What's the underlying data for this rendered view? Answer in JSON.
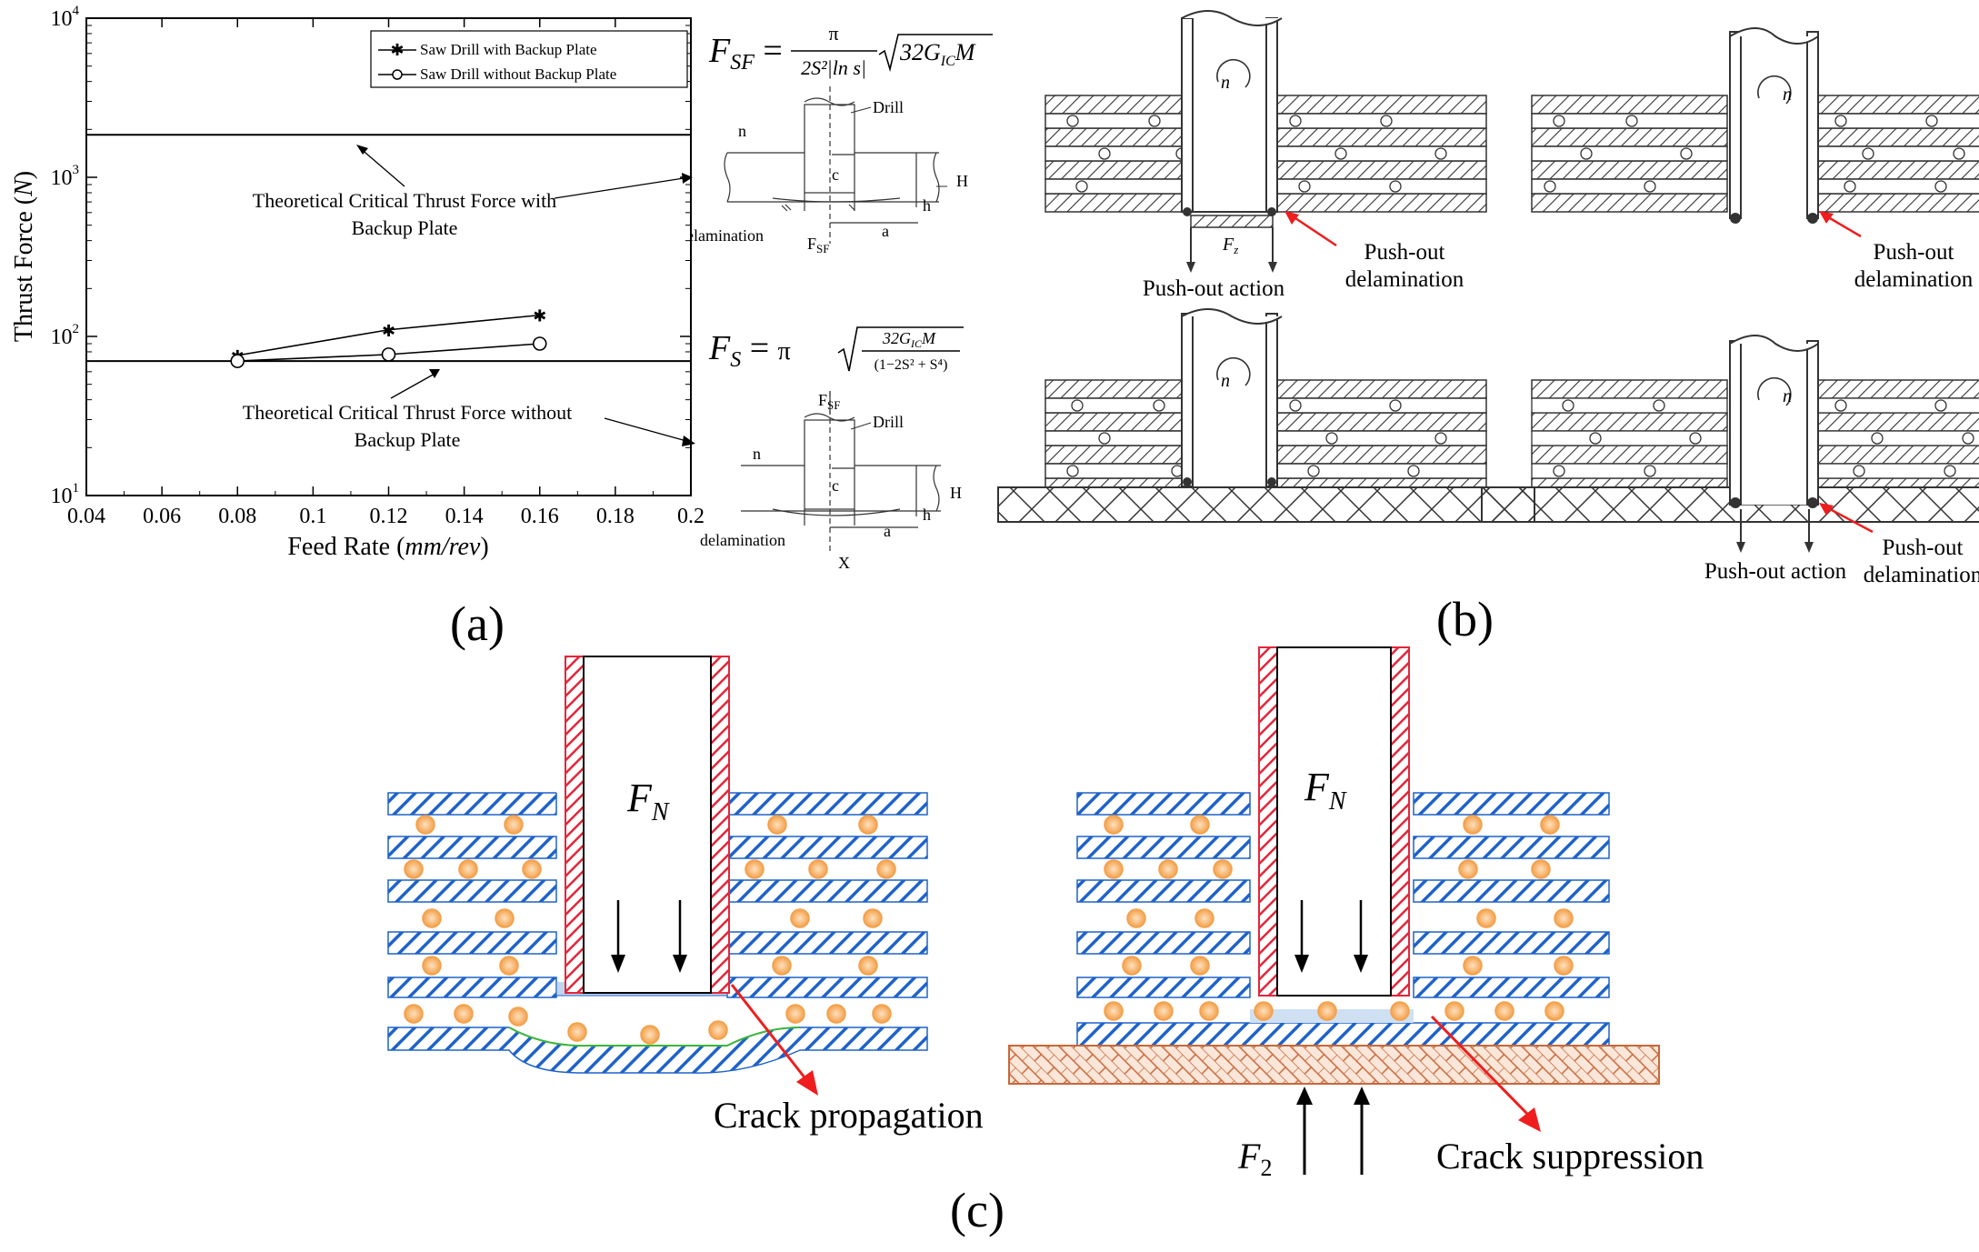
{
  "panel_labels": {
    "a": "(a)",
    "b": "(b)",
    "c": "(c)"
  },
  "chart_data": {
    "type": "line",
    "xlabel_prefix": "Feed Rate (",
    "xlabel_unit": "mm/rev",
    "xlabel_suffix": ")",
    "ylabel_prefix": "Thrust Force (",
    "ylabel_unit": "N",
    "ylabel_suffix": ")",
    "xlim": [
      0.04,
      0.2
    ],
    "ylim": [
      10,
      10000
    ],
    "y_scale": "log",
    "grid": false,
    "legend_position": "top-right",
    "xticks": [
      "0.04",
      "0.06",
      "0.08",
      "0.1",
      "0.12",
      "0.14",
      "0.16",
      "0.18",
      "0.2"
    ],
    "xtick_values": [
      0.04,
      0.06,
      0.08,
      0.1,
      0.12,
      0.14,
      0.16,
      0.18,
      0.2
    ],
    "yticks": [
      {
        "base": "10",
        "exp": "1",
        "value": 10
      },
      {
        "base": "10",
        "exp": "2",
        "value": 100
      },
      {
        "base": "10",
        "exp": "3",
        "value": 1000
      },
      {
        "base": "10",
        "exp": "4",
        "value": 10000
      }
    ],
    "series": [
      {
        "name": "Saw Drill with Backup Plate",
        "marker": "star",
        "x": [
          0.08,
          0.12,
          0.16
        ],
        "y": [
          76,
          110,
          136
        ]
      },
      {
        "name": "Saw Drill without Backup Plate",
        "marker": "circle",
        "x": [
          0.08,
          0.12,
          0.16
        ],
        "y": [
          70,
          77,
          90
        ]
      }
    ],
    "reference_lines": [
      {
        "value": 1850,
        "label_line1": "Theoretical Critical Thrust Force with",
        "label_line2": "Backup Plate"
      },
      {
        "value": 70,
        "label_line1": "Theoretical Critical Thrust Force without",
        "label_line2": "Backup Plate"
      }
    ]
  },
  "equations": {
    "fsf": {
      "lhs": "F",
      "lhs_sub": "SF",
      "num": "π",
      "den": "2S²|ln s|",
      "root": "32G",
      "root_sub": "IC",
      "root_tail": "M"
    },
    "fs": {
      "lhs": "F",
      "lhs_sub": "S",
      "pi": "π",
      "num": "32G",
      "num_sub": "IC",
      "num_tail": "M",
      "den": "(1−2S² + S⁴)"
    }
  },
  "schematic_top": {
    "n": "n",
    "drill": "Drill",
    "c": "c",
    "H": "H",
    "h": "h",
    "a": "a",
    "delam": "delamination",
    "f_sf": "F",
    "f_sf_sub": "SF"
  },
  "schematic_bottom": {
    "f_sf": "F",
    "f_sf_sub": "SF",
    "n": "n",
    "drill": "Drill",
    "c": "c",
    "H": "H",
    "h": "h",
    "a": "a",
    "delam": "delamination",
    "X": "X"
  },
  "panel_b": {
    "n": "n",
    "fz": "F",
    "fz_sub": "z",
    "push_action": "Push-out action",
    "push_delam_1": "Push-out",
    "push_delam_2": "delamination"
  },
  "panel_c": {
    "fn": "F",
    "fn_sub": "N",
    "f2": "F",
    "f2_sub": "2",
    "crack_prop": "Crack propagation",
    "crack_supp": "Crack suppression"
  },
  "colors": {
    "drill_red": "#e3263a",
    "laminate_blue": "#1f62c9",
    "fiber_orange": "#f4a04a",
    "backup_brown": "#c8683a",
    "arrow_red": "#ef1d1d"
  }
}
